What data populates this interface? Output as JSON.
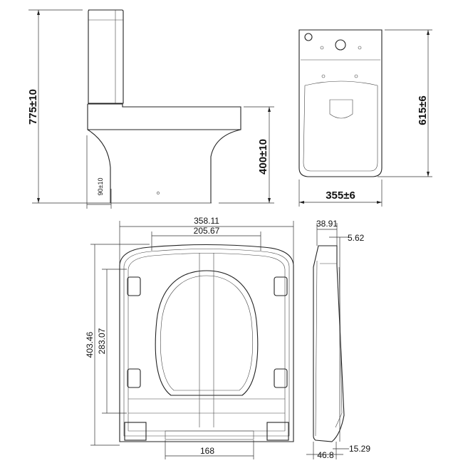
{
  "side_view": {
    "height_total": "775±10",
    "seat_height": "400±10",
    "outlet": "90±10"
  },
  "top_view": {
    "depth": "615±6",
    "width": "355±6"
  },
  "seat_front": {
    "width_outer": "358.11",
    "width_inner": "205.67",
    "length_outer": "403.46",
    "hinge_spacing": "283.07",
    "hinge_width": "168"
  },
  "seat_side": {
    "thickness_top": "38.91",
    "offset_top": "5.62",
    "thickness_bottom": "46.8",
    "offset_bottom": "15.29"
  }
}
